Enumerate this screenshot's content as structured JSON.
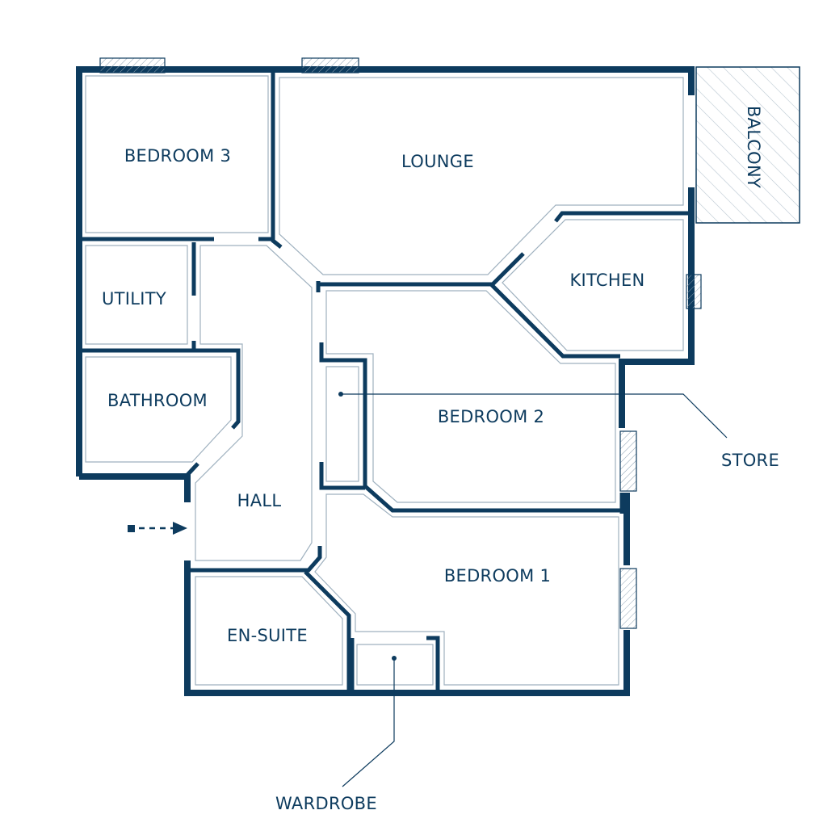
{
  "rooms": {
    "bedroom3": "BEDROOM 3",
    "lounge": "LOUNGE",
    "balcony": "BALCONY",
    "utility": "UTILITY",
    "kitchen": "KITCHEN",
    "bathroom": "BATHROOM",
    "bedroom2": "BEDROOM 2",
    "store": "STORE",
    "hall": "HALL",
    "bedroom1": "BEDROOM 1",
    "ensuite": "EN-SUITE",
    "wardrobe": "WARDROBE"
  },
  "colors": {
    "wall": "#0d3b5e",
    "inner_line": "#9fb1bf",
    "background": "#ffffff"
  },
  "icons": {
    "entrance": "entrance-arrow-icon"
  }
}
